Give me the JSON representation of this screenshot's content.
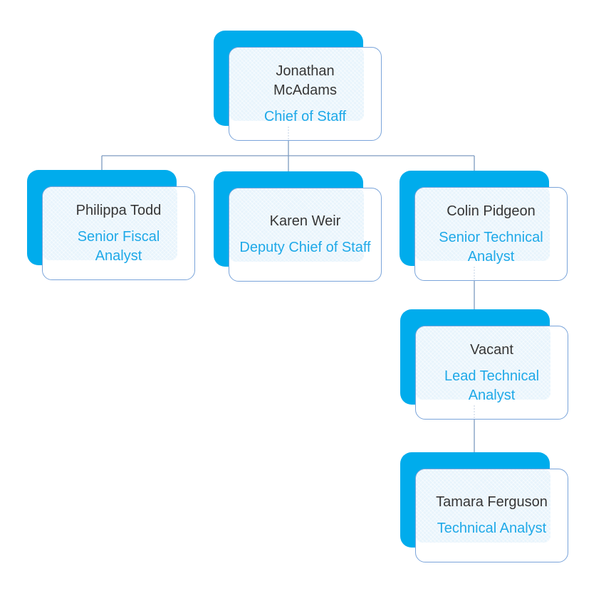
{
  "chart": {
    "type": "org-chart",
    "nodes": [
      {
        "id": "jonathan-mcadams",
        "name": "Jonathan McAdams",
        "title": "Chief of Staff",
        "reports_to": null
      },
      {
        "id": "philippa-todd",
        "name": "Philippa Todd",
        "title": "Senior Fiscal Analyst",
        "reports_to": "jonathan-mcadams"
      },
      {
        "id": "karen-weir",
        "name": "Karen Weir",
        "title": "Deputy Chief of Staff",
        "reports_to": "jonathan-mcadams"
      },
      {
        "id": "colin-pidgeon",
        "name": "Colin Pidgeon",
        "title": "Senior Technical Analyst",
        "reports_to": "jonathan-mcadams"
      },
      {
        "id": "vacant",
        "name": "Vacant",
        "title": "Lead Technical Analyst",
        "reports_to": "colin-pidgeon"
      },
      {
        "id": "tamara-ferguson",
        "name": "Tamara Ferguson",
        "title": "Technical Analyst",
        "reports_to": "vacant"
      }
    ],
    "edges": [
      {
        "from": "jonathan-mcadams",
        "to": "philippa-todd"
      },
      {
        "from": "jonathan-mcadams",
        "to": "karen-weir"
      },
      {
        "from": "jonathan-mcadams",
        "to": "colin-pidgeon"
      },
      {
        "from": "colin-pidgeon",
        "to": "vacant"
      },
      {
        "from": "vacant",
        "to": "tamara-ferguson"
      }
    ],
    "colors": {
      "accent": "#00ACEC",
      "title_text": "#1FA9E8",
      "name_text": "#363636",
      "card_fill": "#E8F4FC",
      "card_border": "#7AA4DA",
      "connector": "#7D9BC0"
    }
  }
}
